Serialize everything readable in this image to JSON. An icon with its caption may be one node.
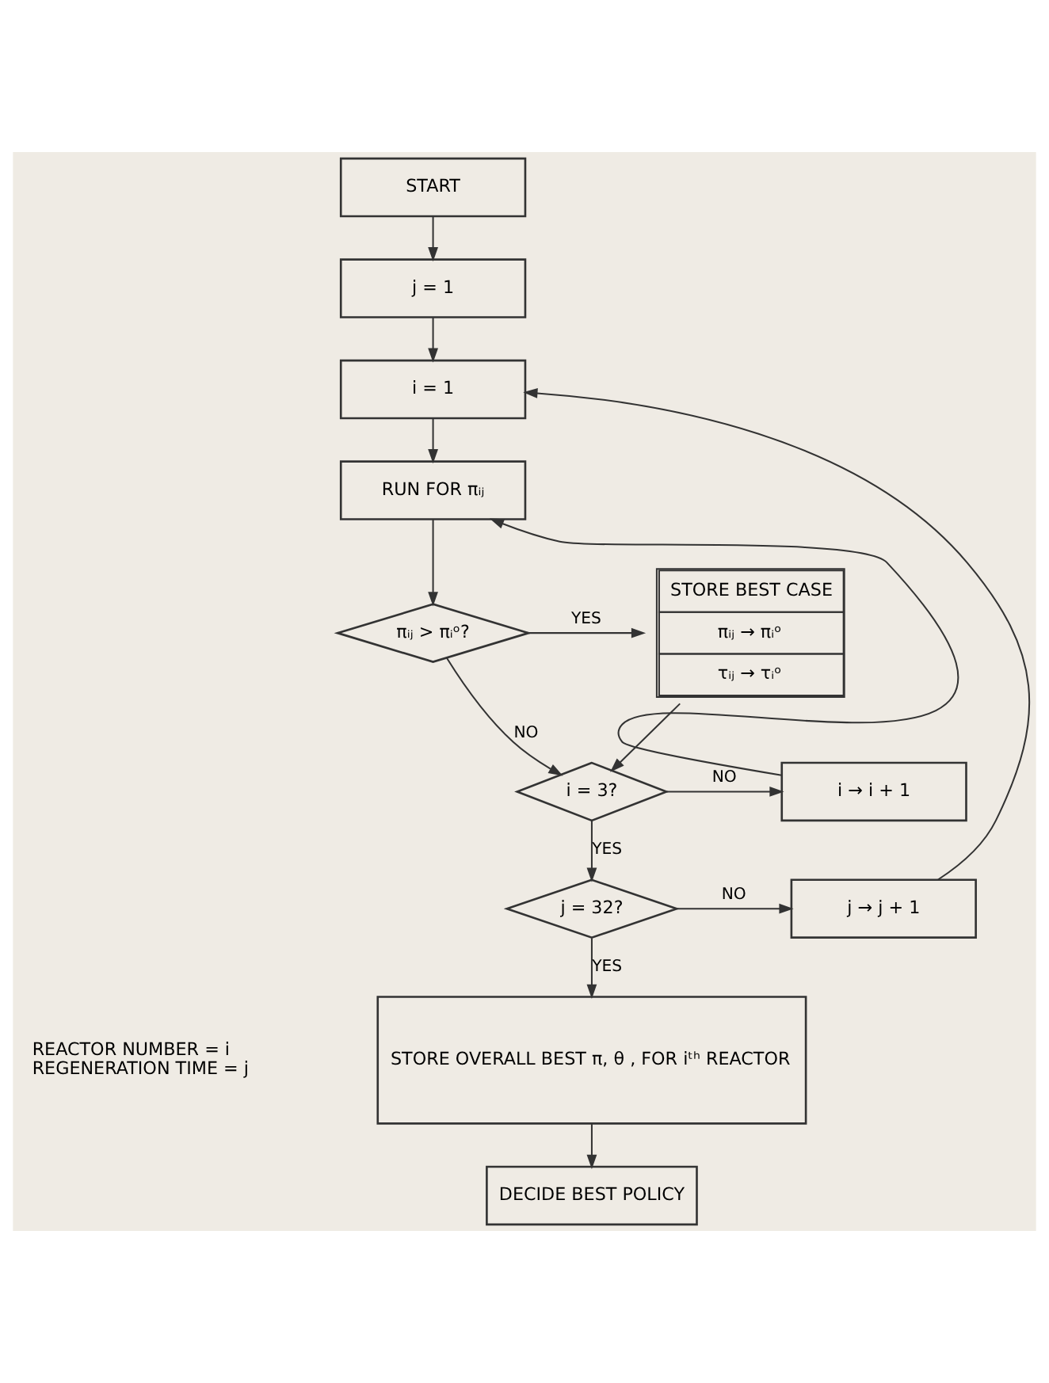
{
  "diagram": {
    "nodes": [
      {
        "text": [
          "START"
        ]
      },
      {
        "text": [
          "j = 1"
        ]
      },
      {
        "text": [
          "i = 1"
        ]
      },
      {
        "text": [
          "RUN FOR πᵢⱼ"
        ]
      },
      {
        "text": [
          "πᵢⱼ > πᵢᵒ?"
        ]
      },
      {
        "text": [
          "STORE BEST CASE",
          "πᵢⱼ → πᵢᵒ",
          "τᵢⱼ → τᵢᵒ"
        ]
      },
      {
        "text": [
          "i = 3?"
        ]
      },
      {
        "text": [
          "i → i + 1"
        ]
      },
      {
        "text": [
          "j = 32?"
        ]
      },
      {
        "text": [
          "j → j + 1"
        ]
      },
      {
        "text": [
          "STORE OVERALL BEST π, θ , FOR iᵗʰ REACTOR"
        ]
      },
      {
        "text": [
          "DECIDE BEST POLICY"
        ]
      }
    ],
    "edges": [
      {
        "from": 0,
        "to": 1,
        "arrow": "to"
      },
      {
        "from": 1,
        "to": 2,
        "arrow": "to"
      },
      {
        "from": 2,
        "to": 3,
        "arrow": "to"
      },
      {
        "from": 3,
        "to": 4,
        "arrow": "to"
      },
      {
        "from": 4,
        "to": 5,
        "arrow": "to",
        "label": "YES"
      },
      {
        "from": 4,
        "to": 6,
        "arrow": "to",
        "label": "NO"
      },
      {
        "from": 5,
        "to": 6,
        "arrow": "to"
      },
      {
        "from": 6,
        "to": 7,
        "arrow": "to",
        "label": "NO"
      },
      {
        "from": 7,
        "to": 3,
        "arrow": "to"
      },
      {
        "from": 6,
        "to": 8,
        "arrow": "to",
        "label": "YES"
      },
      {
        "from": 8,
        "to": 9,
        "arrow": "to",
        "label": "NO"
      },
      {
        "from": 9,
        "to": 2,
        "arrow": "to"
      },
      {
        "from": 8,
        "to": 10,
        "arrow": "to",
        "label": "YES"
      },
      {
        "from": 10,
        "to": 11,
        "arrow": "to"
      }
    ],
    "labels": [
      "REACTOR NUMBER = i",
      "REGENERATION TIME = j"
    ]
  }
}
